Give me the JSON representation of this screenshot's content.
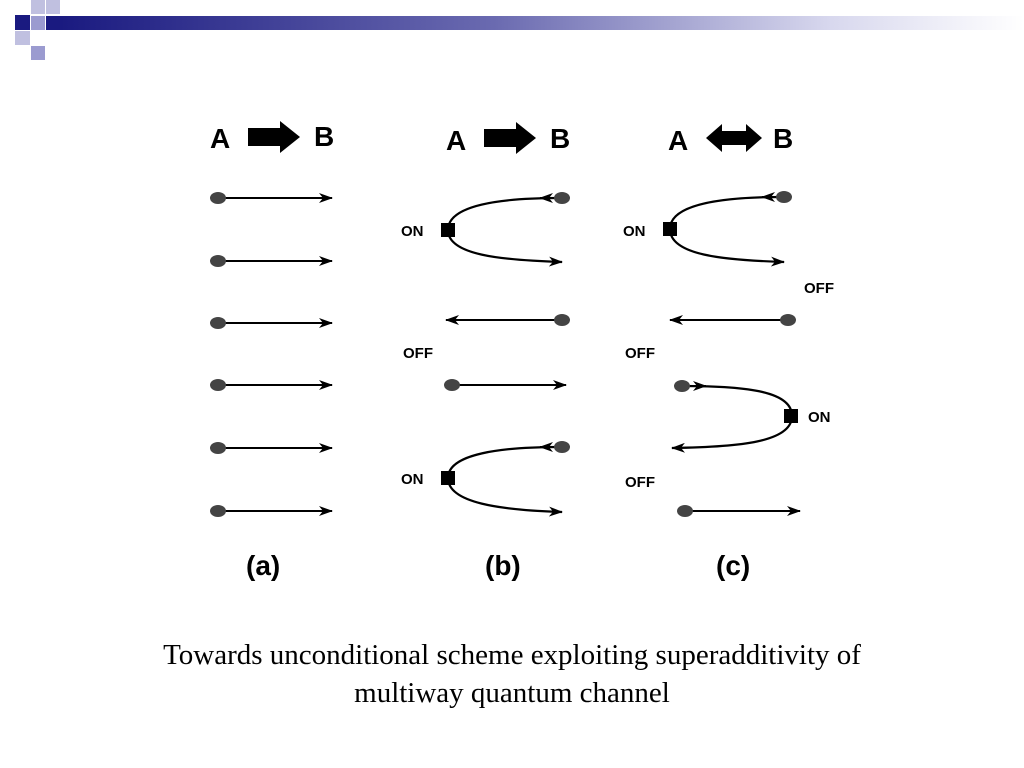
{
  "slide": {
    "caption_line1": "Towards unconditional scheme exploiting superadditivity of",
    "caption_line2": "multiway quantum channel"
  },
  "diagram": {
    "node_a": "A",
    "node_b": "B",
    "state_on": "ON",
    "state_off": "OFF",
    "panels": [
      "(a)",
      "(b)",
      "(c)"
    ]
  },
  "colors": {
    "header_dark": "#1a1a80",
    "header_light": "#9b9bd0",
    "dot": "#444444",
    "ink": "#000000"
  }
}
